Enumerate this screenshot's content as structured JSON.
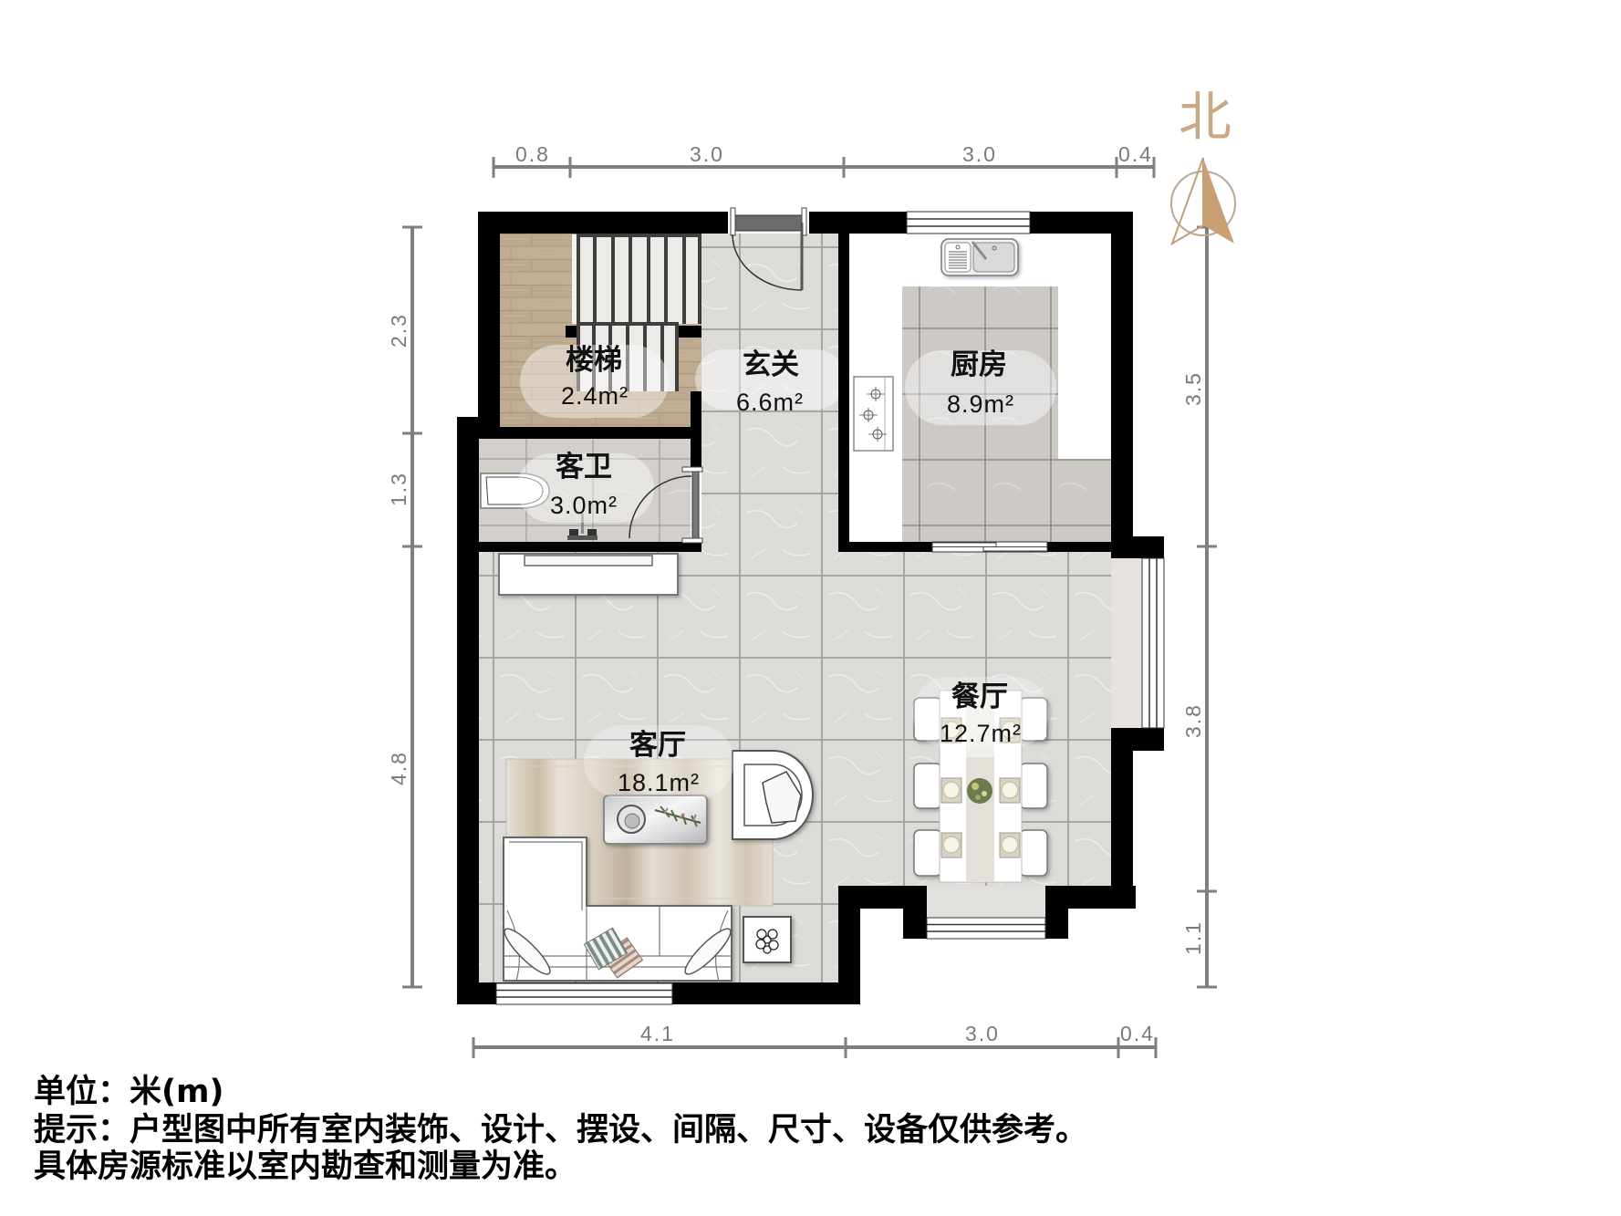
{
  "compass": {
    "label": "北",
    "icon": "north-arrow-icon"
  },
  "dimensions": {
    "top": [
      {
        "label": "0.8"
      },
      {
        "label": "3.0"
      },
      {
        "label": "3.0"
      },
      {
        "label": "0.4"
      }
    ],
    "bottom": [
      {
        "label": "4.1"
      },
      {
        "label": "3.0"
      },
      {
        "label": "0.4"
      }
    ],
    "left": [
      {
        "label": "2.3"
      },
      {
        "label": "1.3"
      },
      {
        "label": "4.8"
      }
    ],
    "right": [
      {
        "label": "3.5"
      },
      {
        "label": "3.8"
      },
      {
        "label": "1.1"
      }
    ]
  },
  "rooms": {
    "stairs": {
      "name": "楼梯",
      "area": "2.4m²"
    },
    "entrance": {
      "name": "玄关",
      "area": "6.6m²"
    },
    "kitchen": {
      "name": "厨房",
      "area": "8.9m²"
    },
    "guest_bath": {
      "name": "客卫",
      "area": "3.0m²"
    },
    "living": {
      "name": "客厅",
      "area": "18.1m²"
    },
    "dining": {
      "name": "餐厅",
      "area": "12.7m²"
    }
  },
  "notes": {
    "unit": "单位：米(m)",
    "disclaimer": "提示：户型图中所有室内装饰、设计、摆设、间隔、尺寸、设备仅供参考。",
    "standard": "具体房源标准以室内勘查和测量为准。"
  },
  "colors": {
    "wall": "#000000",
    "dimension_line": "#7f7f7f",
    "compass": "#c9a07a",
    "floor_tile": "#dcdbd8",
    "wood_floor": "#bda98f",
    "kitchen_tile": "#cdcac6"
  }
}
